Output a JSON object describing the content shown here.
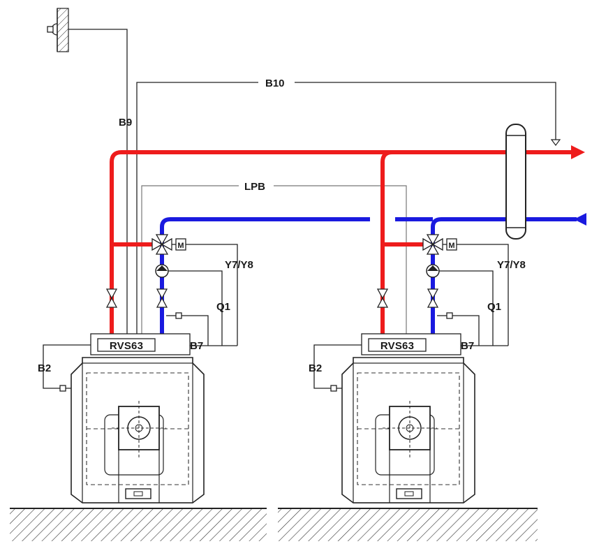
{
  "labels": {
    "room_sensor": "B9",
    "outdoor_sensor": "B10",
    "bus": "LPB",
    "actuator_left": "Y7/Y8",
    "actuator_right": "Y7/Y8",
    "pump_left": "Q1",
    "pump_right": "Q1",
    "return_sensor_left": "B7",
    "return_sensor_right": "B7",
    "boiler_sensor_left": "B2",
    "boiler_sensor_right": "B2",
    "controller_left": "RVS63",
    "controller_right": "RVS63",
    "motor_left": "M",
    "motor_right": "M"
  },
  "colors": {
    "flow": "#ee1c1c",
    "return": "#1a1adf",
    "line": "#222222"
  }
}
